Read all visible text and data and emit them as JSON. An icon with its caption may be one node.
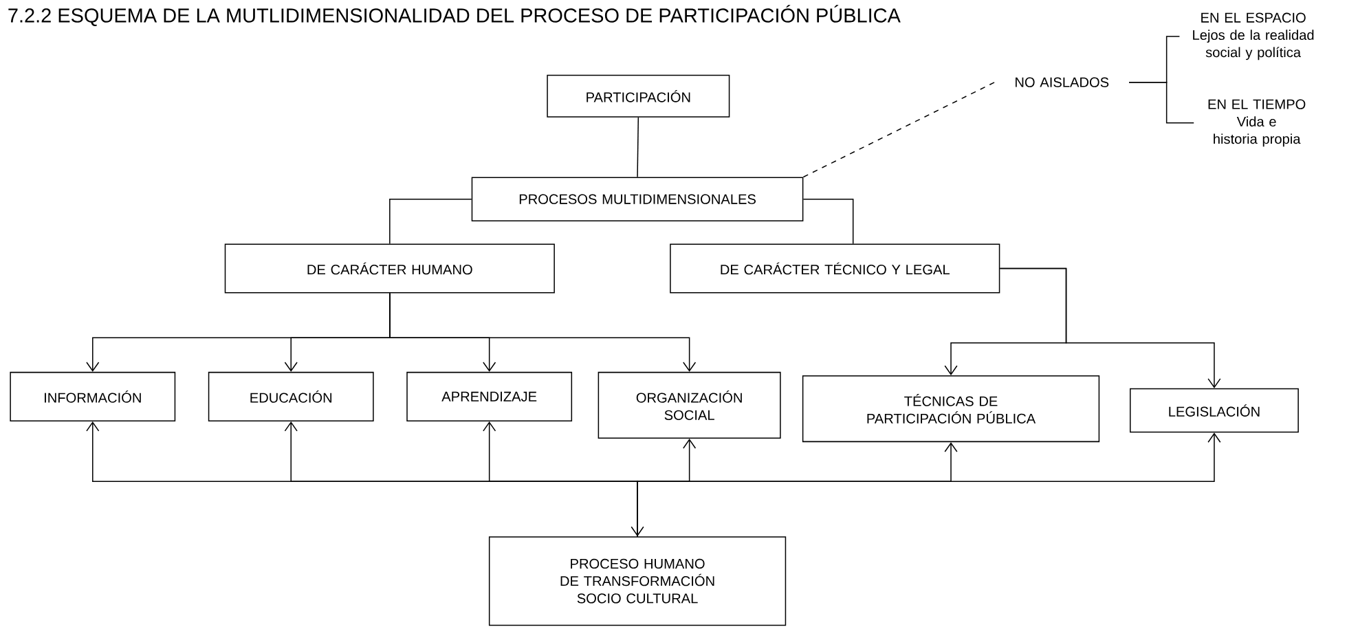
{
  "diagram": {
    "title": "7.2.2  ESQUEMA DE LA MUTLIDIMENSIONALIDAD DEL PROCESO DE PARTICIPACIÓN PÚBLICA",
    "nodes": [
      {
        "text": [
          "PARTICIPACIÓN"
        ]
      },
      {
        "text": [
          "PROCESOS MULTIDIMENSIONALES"
        ]
      },
      {
        "text": [
          "DE CARÁCTER HUMANO"
        ]
      },
      {
        "text": [
          "DE CARÁCTER TÉCNICO Y LEGAL"
        ]
      },
      {
        "text": [
          "INFORMACIÓN"
        ]
      },
      {
        "text": [
          "EDUCACIÓN"
        ]
      },
      {
        "text": [
          "APRENDIZAJE"
        ]
      },
      {
        "text": [
          "ORGANIZACIÓN SOCIAL"
        ]
      },
      {
        "text": [
          "TÉCNICAS DE PARTICIPACIÓN PÚBLICA"
        ]
      },
      {
        "text": [
          "LEGISLACIÓN"
        ]
      },
      {
        "text": [
          "PROCESO HUMANO DE TRANSFORMACIÓN SOCIO CULTURAL"
        ]
      },
      {
        "text": [
          "NO AISLADOS"
        ]
      },
      {
        "text": [
          "EN EL ESPACIO",
          "Lejos de la realidad social y política"
        ]
      },
      {
        "text": [
          "EN EL TIEMPO",
          "Vida e historia propia"
        ]
      }
    ],
    "edges": [
      {
        "from": 0,
        "to": 1,
        "arrow": "none"
      },
      {
        "from": 1,
        "to": 2,
        "arrow": "none"
      },
      {
        "from": 1,
        "to": 3,
        "arrow": "none"
      },
      {
        "from": 2,
        "to": 4,
        "arrow": "to"
      },
      {
        "from": 2,
        "to": 5,
        "arrow": "to"
      },
      {
        "from": 2,
        "to": 6,
        "arrow": "to"
      },
      {
        "from": 2,
        "to": 7,
        "arrow": "to"
      },
      {
        "from": 3,
        "to": 8,
        "arrow": "to"
      },
      {
        "from": 3,
        "to": 9,
        "arrow": "to"
      },
      {
        "from": 10,
        "to": 4,
        "arrow": "to"
      },
      {
        "from": 10,
        "to": 5,
        "arrow": "to"
      },
      {
        "from": 10,
        "to": 6,
        "arrow": "to"
      },
      {
        "from": 10,
        "to": 7,
        "arrow": "to"
      },
      {
        "from": 10,
        "to": 8,
        "arrow": "to"
      },
      {
        "from": 10,
        "to": 9,
        "arrow": "to"
      },
      {
        "from": 1,
        "to": 11,
        "arrow": "none",
        "style": "dashed"
      },
      {
        "from": 11,
        "to": 12,
        "arrow": "none"
      },
      {
        "from": 11,
        "to": 13,
        "arrow": "none"
      },
      {
        "from": null,
        "to": 10,
        "arrow": "to"
      }
    ]
  }
}
